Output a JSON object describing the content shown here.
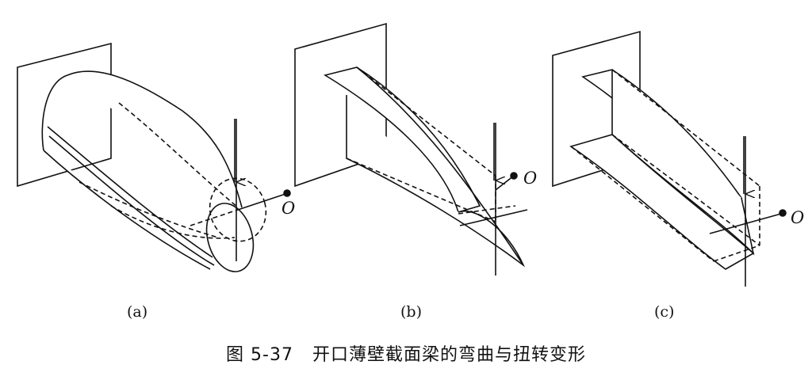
{
  "figure": {
    "panels": [
      {
        "label": "(a)",
        "point_label": "O"
      },
      {
        "label": "(b)",
        "point_label": "O"
      },
      {
        "label": "(c)",
        "point_label": "O"
      }
    ],
    "caption": {
      "number": "图 5-37",
      "text": "开口薄壁截面梁的弯曲与扭转变形"
    }
  }
}
